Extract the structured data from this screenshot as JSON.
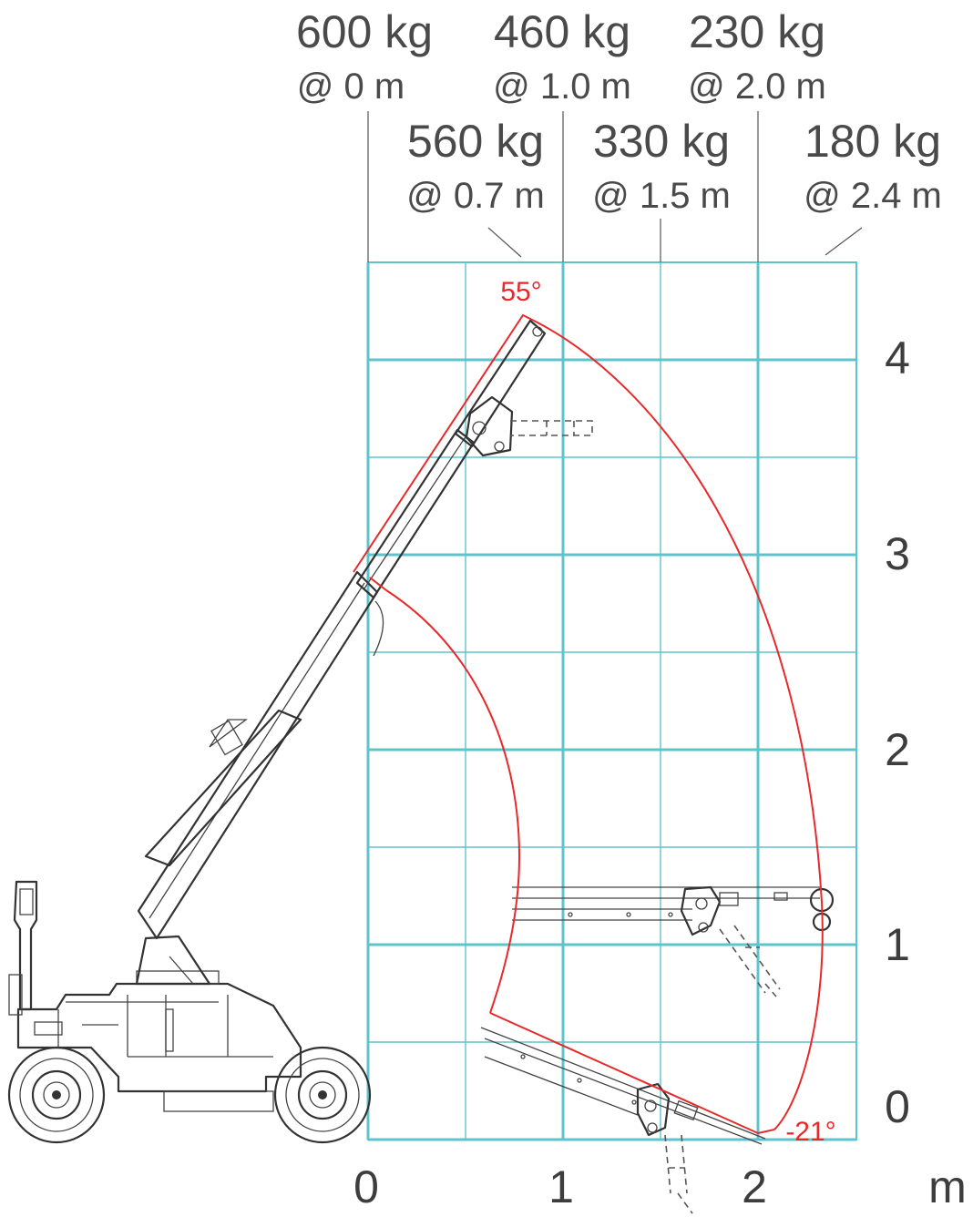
{
  "capacities": [
    {
      "load": "600 kg",
      "reach": "@ 0 m"
    },
    {
      "load": "460 kg",
      "reach": "@ 1.0 m"
    },
    {
      "load": "230 kg",
      "reach": "@ 2.0 m"
    },
    {
      "load": "560 kg",
      "reach": "@ 0.7 m"
    },
    {
      "load": "330 kg",
      "reach": "@ 1.5 m"
    },
    {
      "load": "180 kg",
      "reach": "@ 2.4 m"
    }
  ],
  "x_axis": {
    "ticks": [
      "0",
      "1",
      "2"
    ],
    "unit": "m"
  },
  "y_axis": {
    "ticks": [
      "0",
      "1",
      "2",
      "3",
      "4"
    ]
  },
  "angles": {
    "max": "55°",
    "min": "-21°"
  },
  "colors": {
    "grid": "#5ec4cc",
    "envelope": "#e8292b",
    "text": "#4a4a4a",
    "machine": "#333333"
  }
}
